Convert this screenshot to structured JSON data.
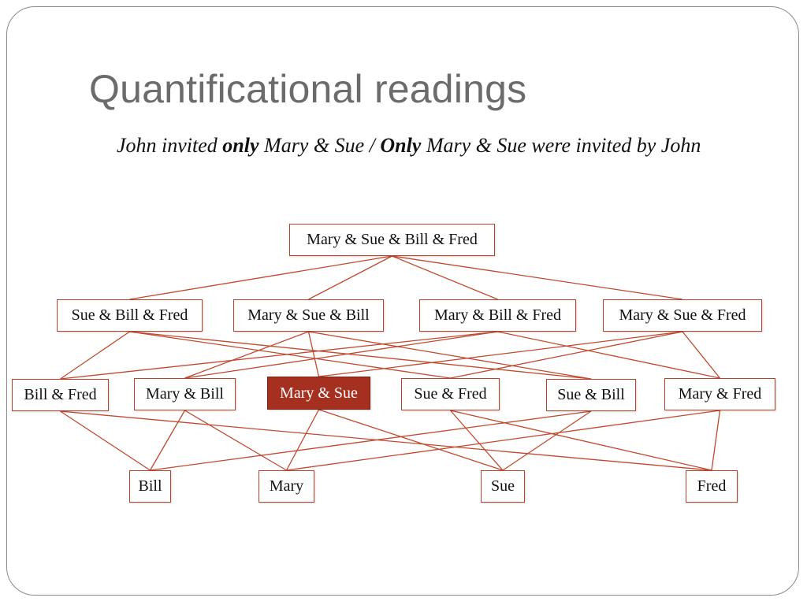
{
  "slide": {
    "title": "Quantificational readings",
    "subtitle": {
      "part1": "John invited ",
      "em1": "only",
      "part2": " Mary & Sue / ",
      "em2": "Only",
      "part3": " Mary & Sue were invited by John"
    }
  },
  "diagram": {
    "line_color": "#c0492f",
    "highlight_color": "#a6301f",
    "nodes": [
      {
        "id": "msbf",
        "label": "Mary & Sue & Bill & Fred"
      },
      {
        "id": "sbf",
        "label": "Sue & Bill & Fred"
      },
      {
        "id": "msb",
        "label": "Mary & Sue & Bill"
      },
      {
        "id": "mbf",
        "label": "Mary & Bill & Fred"
      },
      {
        "id": "msf",
        "label": "Mary & Sue & Fred"
      },
      {
        "id": "bf",
        "label": "Bill & Fred"
      },
      {
        "id": "mb",
        "label": "Mary & Bill"
      },
      {
        "id": "ms",
        "label": "Mary & Sue",
        "highlighted": true
      },
      {
        "id": "sf",
        "label": "Sue & Fred"
      },
      {
        "id": "sb",
        "label": "Sue & Bill"
      },
      {
        "id": "mf",
        "label": "Mary & Fred"
      },
      {
        "id": "b",
        "label": "Bill"
      },
      {
        "id": "m",
        "label": "Mary"
      },
      {
        "id": "s",
        "label": "Sue"
      },
      {
        "id": "f",
        "label": "Fred"
      }
    ],
    "edges": [
      [
        "msbf",
        "sbf"
      ],
      [
        "msbf",
        "msb"
      ],
      [
        "msbf",
        "mbf"
      ],
      [
        "msbf",
        "msf"
      ],
      [
        "sbf",
        "bf"
      ],
      [
        "sbf",
        "sf"
      ],
      [
        "sbf",
        "sb"
      ],
      [
        "msb",
        "mb"
      ],
      [
        "msb",
        "ms"
      ],
      [
        "msb",
        "sb"
      ],
      [
        "mbf",
        "bf"
      ],
      [
        "mbf",
        "mb"
      ],
      [
        "mbf",
        "mf"
      ],
      [
        "msf",
        "ms"
      ],
      [
        "msf",
        "sf"
      ],
      [
        "msf",
        "mf"
      ],
      [
        "bf",
        "b"
      ],
      [
        "bf",
        "f"
      ],
      [
        "mb",
        "b"
      ],
      [
        "mb",
        "m"
      ],
      [
        "ms",
        "m"
      ],
      [
        "ms",
        "s"
      ],
      [
        "sf",
        "s"
      ],
      [
        "sf",
        "f"
      ],
      [
        "sb",
        "b"
      ],
      [
        "sb",
        "s"
      ],
      [
        "mf",
        "m"
      ],
      [
        "mf",
        "f"
      ]
    ]
  }
}
